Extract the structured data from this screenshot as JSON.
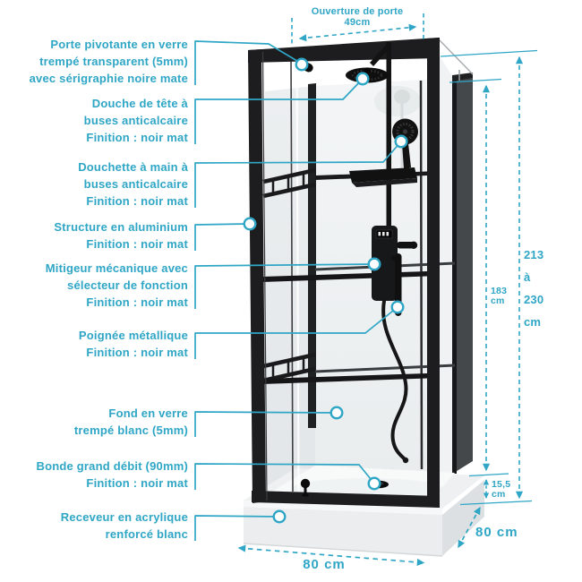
{
  "accent_color": "#2fa6c6",
  "frame_color": "#1d1d1f",
  "tray_color": "#ebedee",
  "glass_color": "#f1f3f4",
  "dark_panel_color": "#45484b",
  "callouts": [
    {
      "id": "porte-pivotante",
      "lines": [
        "Porte pivotante en verre",
        "trempé transparent (5mm)",
        "avec sérigraphie noire mate"
      ]
    },
    {
      "id": "douche-de-tete",
      "lines": [
        "Douche de tête à",
        "buses anticalcaire",
        "Finition : noir mat"
      ]
    },
    {
      "id": "douchette-a-main",
      "lines": [
        "Douchette à main à",
        "buses anticalcaire",
        "Finition : noir mat"
      ]
    },
    {
      "id": "structure-aluminium",
      "lines": [
        "Structure en aluminium",
        "Finition : noir mat"
      ]
    },
    {
      "id": "mitigeur-mecanique",
      "lines": [
        "Mitigeur mécanique avec",
        "sélecteur de fonction",
        "Finition : noir mat"
      ]
    },
    {
      "id": "poignee-metallique",
      "lines": [
        "Poignée métallique",
        "Finition : noir mat"
      ]
    },
    {
      "id": "fond-en-verre",
      "lines": [
        "Fond en verre",
        "trempé blanc (5mm)"
      ]
    },
    {
      "id": "bonde-grand-debit",
      "lines": [
        "Bonde grand débit (90mm)",
        "Finition : noir mat"
      ]
    },
    {
      "id": "receveur-acrylique",
      "lines": [
        "Receveur en acrylique",
        "renforcé blanc"
      ]
    }
  ],
  "dimensions": {
    "door_opening_label": "Ouverture de porte",
    "door_opening_value": "49cm",
    "total_height_lines": [
      "213",
      "à",
      "230",
      "cm"
    ],
    "inner_height_lines": [
      "183",
      "cm"
    ],
    "tray_height_lines": [
      "15,5",
      "cm"
    ],
    "width_front": "80 cm",
    "depth_side": "80 cm"
  }
}
